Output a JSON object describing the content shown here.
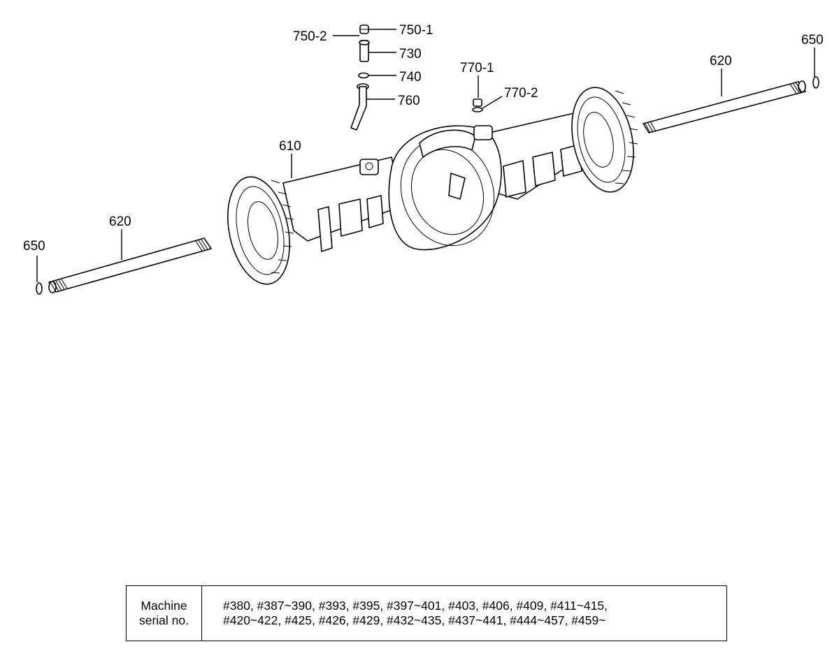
{
  "callouts": {
    "c750_1": "750-1",
    "c750_2": "750-2",
    "c730": "730",
    "c740": "740",
    "c760": "760",
    "c770_1": "770-1",
    "c770_2": "770-2",
    "c610": "610",
    "c620_left": "620",
    "c620_right": "620",
    "c650_left": "650",
    "c650_right": "650"
  },
  "serial_table": {
    "header_line1": "Machine",
    "header_line2": "serial no.",
    "line1": "#380, #387~390, #393, #395, #397~401, #403, #406, #409, #411~415,",
    "line2": "#420~422, #425, #426, #429, #432~435, #437~441, #444~457, #459~"
  }
}
